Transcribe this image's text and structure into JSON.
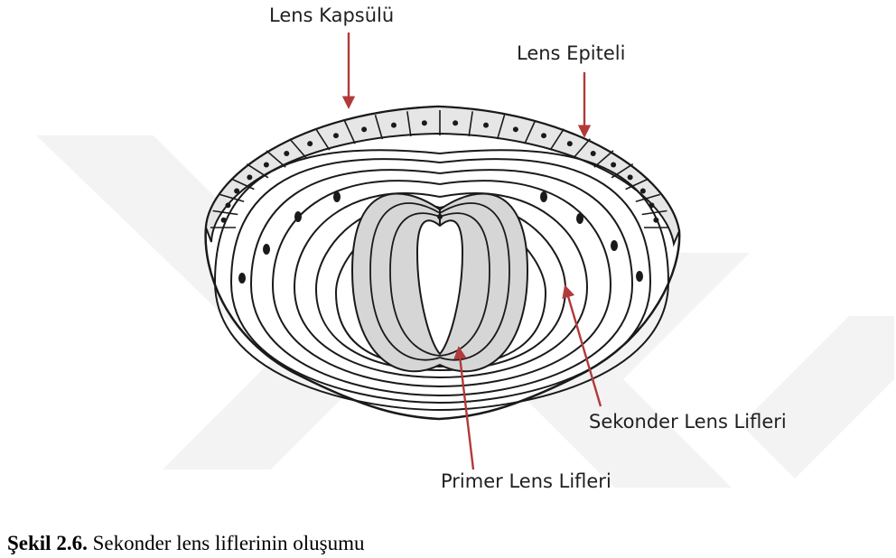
{
  "labels": {
    "capsule": "Lens Kapsülü",
    "epithelium": "Lens Epiteli",
    "secondary": "Sekonder Lens Lifleri",
    "primary": "Primer Lens Lifleri"
  },
  "caption": {
    "number": "Şekil 2.6.",
    "text": " Sekonder lens liflerinin oluşumu"
  },
  "colors": {
    "arrow": "#b23a3a",
    "outline": "#1a1a1a",
    "fill": "#d6d6d6",
    "watermark": "#f3f3f3"
  }
}
